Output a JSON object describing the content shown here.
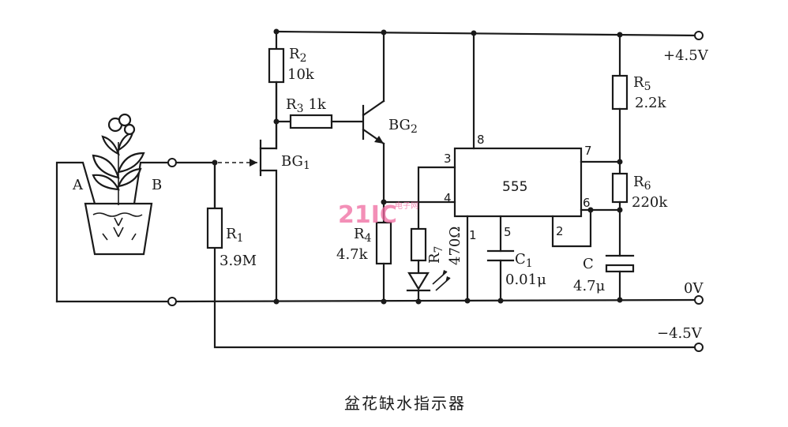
{
  "caption": "盆花缺水指示器",
  "rails": {
    "plus": "+4.5V",
    "zero": "0V",
    "minus": "−4.5V"
  },
  "pot": {
    "a": "A",
    "b": "B"
  },
  "components": {
    "r1": {
      "name": "R",
      "sub": "1",
      "value": "3.9M"
    },
    "r2": {
      "name": "R",
      "sub": "2",
      "value": "10k"
    },
    "r3": {
      "name": "R",
      "sub": "3",
      "value": "1k"
    },
    "r4": {
      "name": "R",
      "sub": "4",
      "value": "4.7k"
    },
    "r5": {
      "name": "R",
      "sub": "5",
      "value": "2.2k"
    },
    "r6": {
      "name": "R",
      "sub": "6",
      "value": "220k"
    },
    "r7": {
      "name": "R",
      "sub": "7",
      "value": "470Ω"
    },
    "c1": {
      "name": "C",
      "sub": "1",
      "value": "0.01μ"
    },
    "c": {
      "name": "C",
      "value": "4.7μ"
    },
    "bg1": {
      "name": "BG",
      "sub": "1"
    },
    "bg2": {
      "name": "BG",
      "sub": "2"
    },
    "ic": {
      "label": "555",
      "pins": [
        "1",
        "2",
        "3",
        "4",
        "5",
        "6",
        "7",
        "8"
      ]
    }
  },
  "watermark": {
    "main": "21IC",
    "side": "电子网"
  }
}
